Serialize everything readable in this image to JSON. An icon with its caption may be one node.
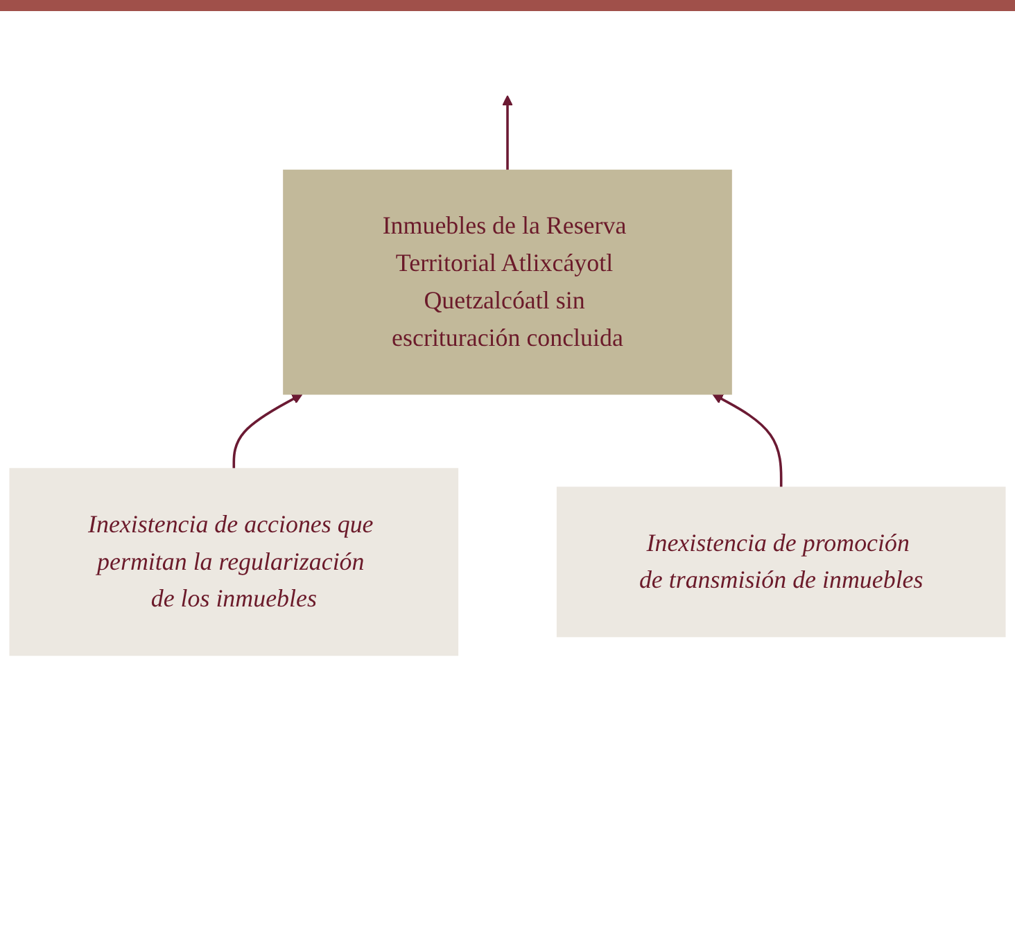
{
  "diagram": {
    "nodes": [
      {
        "text": [
          "Inmuebles de la Reserva Territorial Atlixcáyotl Quetzalcóatl sin escrituración concluida"
        ]
      },
      {
        "text": [
          "Inexistencia de acciones que permitan la regularización de los inmuebles"
        ]
      },
      {
        "text": [
          "Inexistencia de promoción de transmisión de inmuebles"
        ]
      }
    ],
    "edges": [
      {
        "from": 0,
        "to": null,
        "arrow": "to"
      },
      {
        "from": 1,
        "to": 0,
        "arrow": "to"
      },
      {
        "from": 2,
        "to": 0,
        "arrow": "to"
      }
    ]
  }
}
